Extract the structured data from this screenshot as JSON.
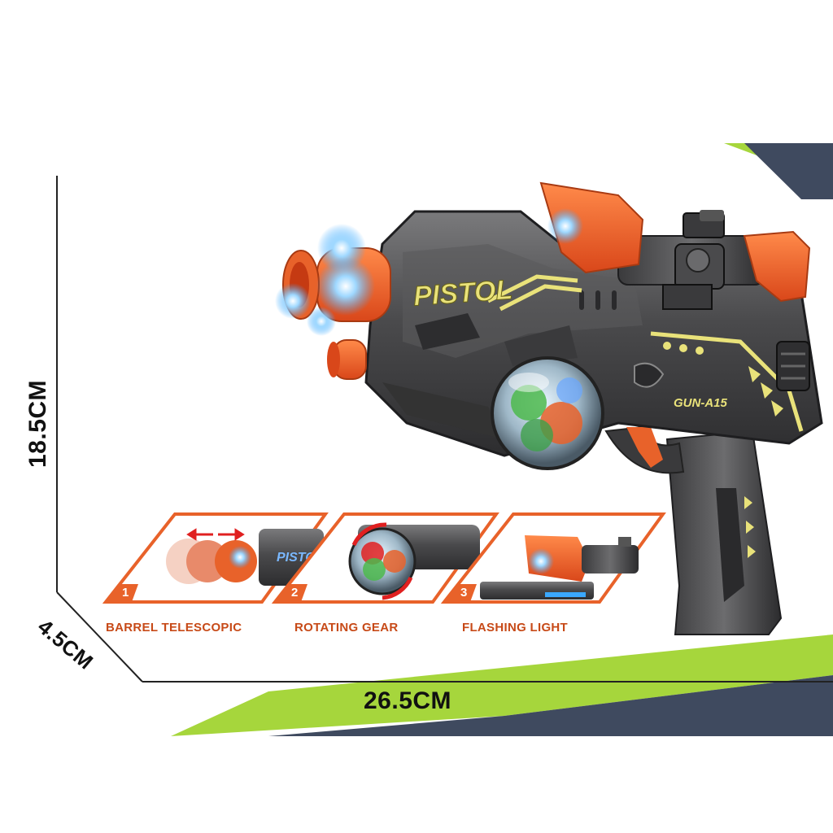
{
  "product": {
    "body_text": "PISTOL",
    "model_text": "GUN-A15"
  },
  "dimensions": {
    "height": "18.5CM",
    "depth": "4.5CM",
    "width": "26.5CM"
  },
  "features": [
    {
      "number": "1",
      "label": "BARREL TELESCOPIC",
      "inset_text": "PISTO"
    },
    {
      "number": "2",
      "label": "ROTATING GEAR"
    },
    {
      "number": "3",
      "label": "FLASHING LIGHT"
    }
  ],
  "colors": {
    "accent_orange": "#e8622a",
    "stripe_green": "#a6d63c",
    "stripe_navy": "#3f4a5f",
    "gun_body": "#4a4a4c",
    "gun_yellow": "#e9e27a"
  }
}
